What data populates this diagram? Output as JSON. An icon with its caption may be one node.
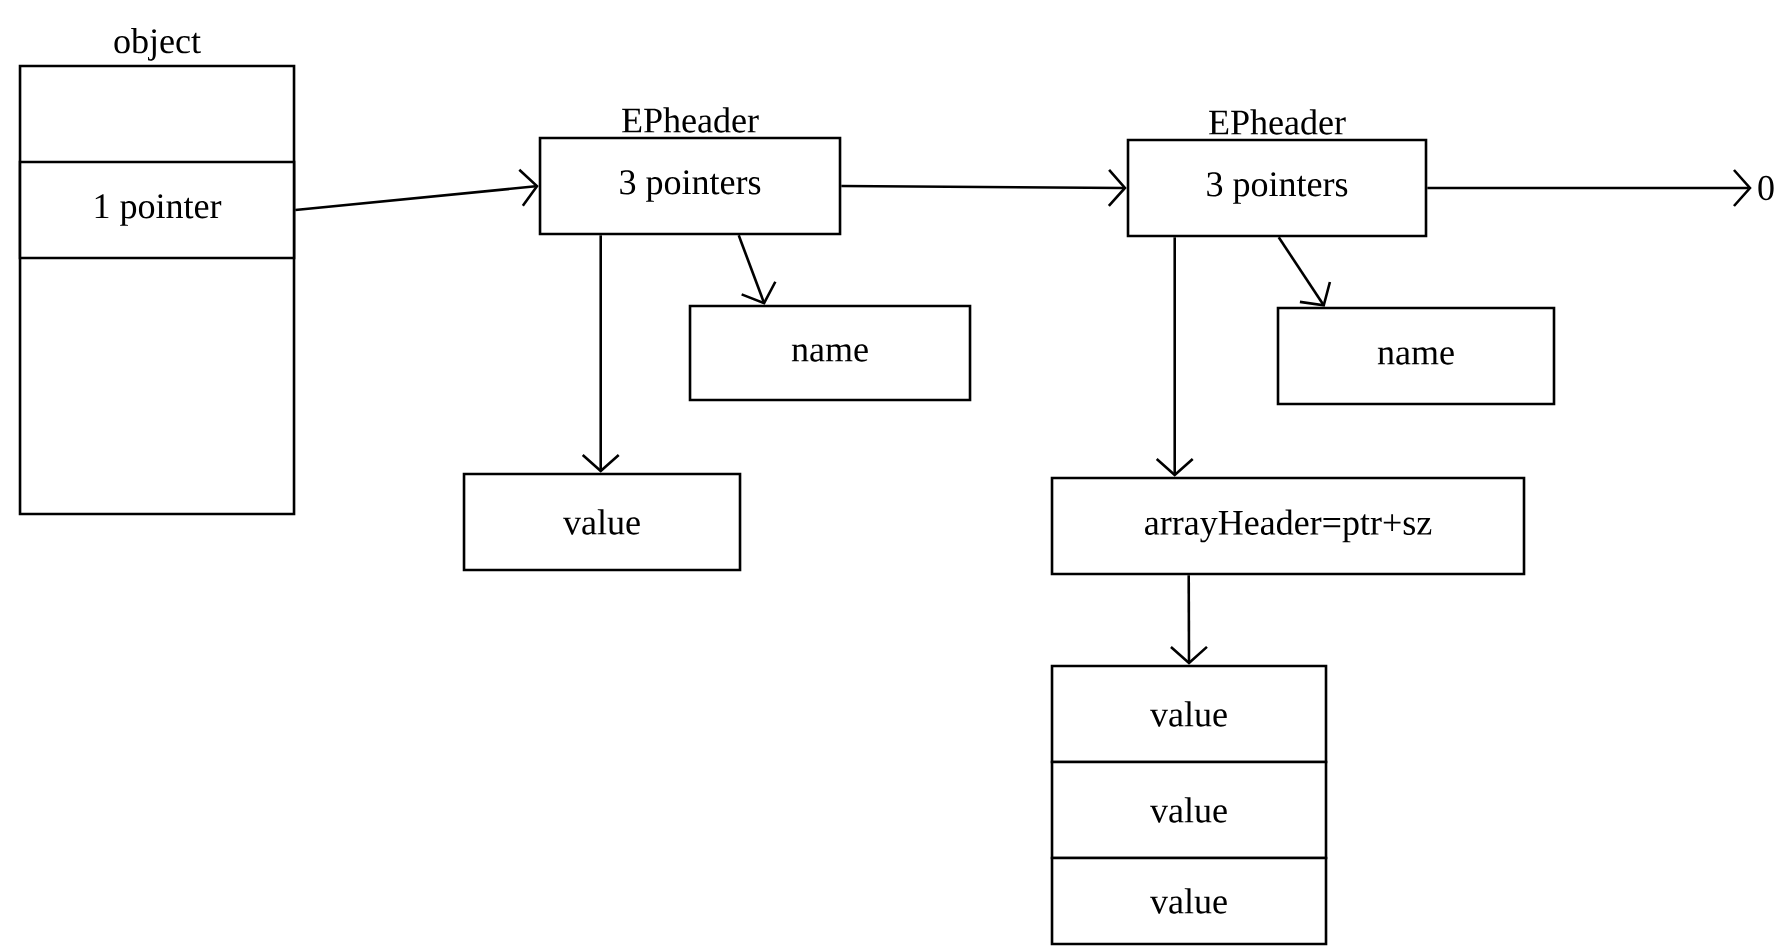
{
  "diagram": {
    "nodes": [
      {
        "text": [
          "object"
        ]
      },
      {
        "text": [
          "1 pointer"
        ],
        "in": 0
      },
      {
        "text": [
          "EPheader",
          "3 pointers"
        ]
      },
      {
        "text": [
          "name"
        ]
      },
      {
        "text": [
          "value"
        ]
      },
      {
        "text": [
          "EPheader",
          "3 pointers"
        ]
      },
      {
        "text": [
          "name"
        ]
      },
      {
        "text": [
          "arrayHeader=ptr+sz"
        ]
      },
      {
        "text": [
          "value"
        ]
      },
      {
        "text": [
          "value"
        ]
      },
      {
        "text": [
          "value"
        ]
      },
      {
        "text": [
          "0"
        ]
      }
    ],
    "edges": [
      {
        "from": 1,
        "to": 2,
        "arrow": "to"
      },
      {
        "from": 2,
        "to": 3,
        "arrow": "to"
      },
      {
        "from": 2,
        "to": 4,
        "arrow": "to"
      },
      {
        "from": 2,
        "to": 5,
        "arrow": "to"
      },
      {
        "from": 5,
        "to": 6,
        "arrow": "to"
      },
      {
        "from": 5,
        "to": 7,
        "arrow": "to"
      },
      {
        "from": 5,
        "to": 11,
        "arrow": "to"
      },
      {
        "from": 7,
        "to": 8,
        "arrow": "to"
      }
    ]
  }
}
